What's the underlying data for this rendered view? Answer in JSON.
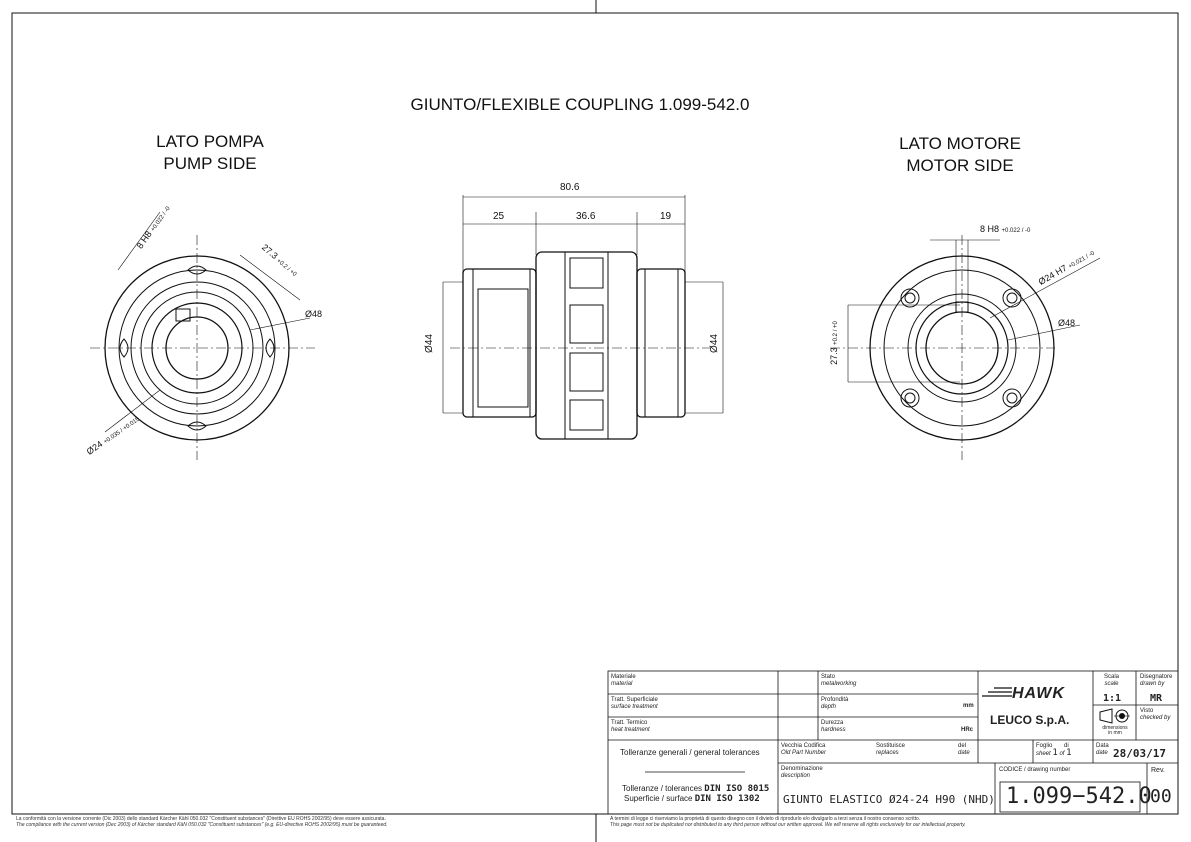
{
  "title": "GIUNTO/FLEXIBLE COUPLING 1.099-542.0",
  "views": {
    "pump": {
      "line1": "LATO POMPA",
      "line2": "PUMP SIDE"
    },
    "motor": {
      "line1": "LATO MOTORE",
      "line2": "MOTOR SIDE"
    }
  },
  "dims": {
    "overall": "80.6",
    "seg1": "25",
    "seg2": "36.6",
    "seg3": "19",
    "dia_left": "Ø44",
    "dia_right": "Ø44",
    "pump_key": "8 H8",
    "pump_key_tol": "+0.022 / -0",
    "pump_height": "27.3",
    "pump_height_tol": "+0.2 / +0",
    "pump_dia48": "Ø48",
    "pump_bore": "Ø24",
    "pump_bore_tol": "+0.035 / +0.015",
    "motor_key": "8 H8",
    "motor_key_tol": "+0.022 / -0",
    "motor_bore": "Ø24 H7",
    "motor_bore_tol": "+0.021 / -0",
    "motor_dia48": "Ø48",
    "motor_height": "27.3",
    "motor_height_tol": "+0.2 / +0"
  },
  "titleblock": {
    "material_it": "Materiale",
    "material_en": "material",
    "surface_it": "Tratt. Superficiale",
    "surface_en": "surface treatment",
    "heat_it": "Tratt. Termico",
    "heat_en": "heat treatment",
    "state_it": "Stato",
    "state_en": "metalworking",
    "depth_it": "Profondità",
    "depth_en": "depth",
    "depth_unit": "mm",
    "hardness_it": "Durezza",
    "hardness_en": "hardness",
    "hardness_unit": "HRc",
    "general_tol": "Tolleranze generali / general tolerances",
    "old_part_it": "Vecchia Codifica",
    "old_part_en": "Old Part Number",
    "replaces_it": "Sostituisce",
    "replaces_en": "replaces",
    "of_date_it": "del",
    "of_date_en": "date",
    "sheet_it": "Foglio",
    "sheet_en": "sheet",
    "sheet_no": "1",
    "of_it": "di",
    "of_en": "of",
    "sheet_total": "1",
    "date_it": "Data",
    "date_en": "date",
    "date": "28/03/17",
    "tol_label": "Tolleranze / tolerances",
    "tol_value": "DIN ISO 8015",
    "surf_label": "Superficie / surface",
    "surf_value": "DIN ISO 1302",
    "desc_it": "Denominazione",
    "desc_en": "description",
    "description": "GIUNTO ELASTICO Ø24-24 H90 (NHD)",
    "code_label": "CODICE / drawing number",
    "code": "1.099−542.0",
    "rev_label": "Rev.",
    "rev": "00",
    "logo": "HAWK",
    "company": "LEUCO S.p.A.",
    "scale_it": "Scala",
    "scale_en": "scale",
    "scale": "1:1",
    "drawn_it": "Disegnatore",
    "drawn_en": "drawn by",
    "drawn": "MR",
    "checked_it": "Visto",
    "checked_en": "checked by",
    "dim_it": "dimensions",
    "dim_en": "in mm"
  },
  "footnotes": {
    "left_it": "La conformità con la versione corrente (Dic 2003) dello standard Kärcher Kähl 050.032 \"Constituent substances\" (Direttive EU ROHS 2002/95) deve essere assicurata.",
    "left_en": "The compliance with the current version (Dec 2003) of Kärcher standard KäN 050.032 \"Constituent substances\" (e.g. EU-directive ROHS 2002/95) must be guaranteed.",
    "right_it": "A termini di legge ci riserviamo la proprietà di questo disegno con il divieto di riprodurlo e/o divulgarlo a terzi senza il nostro consenso scritto.",
    "right_en": "This page must not be duplicated nor distributed to any third person without our written approval. We will reserve all rights exclusively for our intellectual property."
  }
}
